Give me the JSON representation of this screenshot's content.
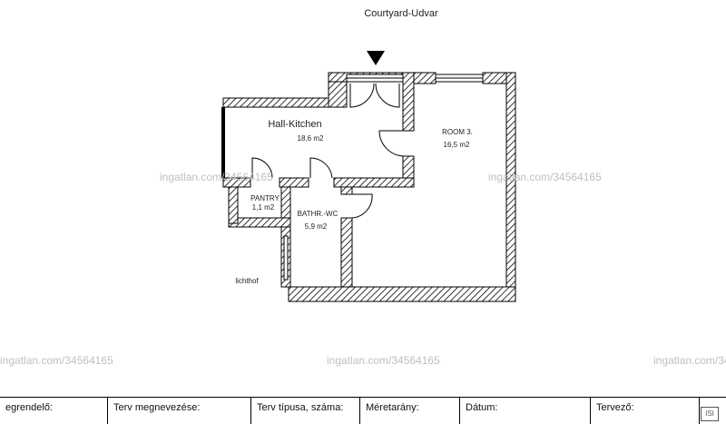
{
  "plan": {
    "outside_label": "Courtyard-Udvar",
    "lighthouse_label": "lichthof",
    "rooms": [
      {
        "name": "Hall-Kitchen",
        "area": "18,6 m2"
      },
      {
        "name": "ROOM 3.",
        "area": "16,5 m2"
      },
      {
        "name": "PANTRY",
        "area": "1,1 m2"
      },
      {
        "name": "BATHR.-WC",
        "area": "5,9 m2"
      }
    ]
  },
  "watermark": "ingatlan.com/34564165",
  "titleblock": {
    "cells": [
      "egrendelő:",
      "Terv megnevezése:",
      "Terv típusa, száma:",
      "Méretarány:",
      "Dátum:",
      "Tervező:"
    ]
  },
  "logo_text": "ISI"
}
